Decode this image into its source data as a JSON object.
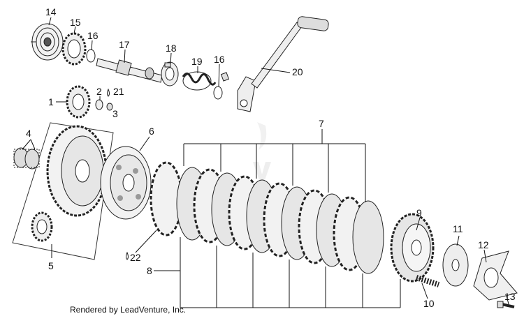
{
  "footer": {
    "rendered_by": "Rendered by LeadVenture, Inc."
  },
  "watermark": {
    "color": "#d9d9d9"
  },
  "callouts": [
    "1",
    "2",
    "3",
    "4",
    "5",
    "6",
    "7",
    "8",
    "9",
    "10",
    "11",
    "12",
    "13",
    "14",
    "15",
    "16",
    "16",
    "17",
    "18",
    "19",
    "20",
    "21",
    "22"
  ],
  "colors": {
    "line": "#111111",
    "part_fill": "#f2f2f2",
    "part_dark": "#555555"
  }
}
